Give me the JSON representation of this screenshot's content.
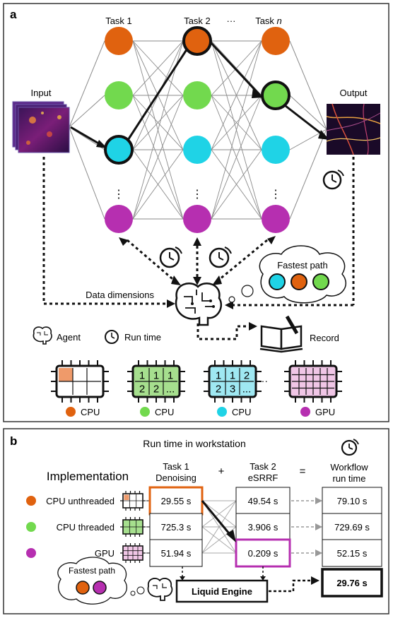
{
  "panel_a": {
    "label": "a",
    "task_headers": [
      "Task 1",
      "Task 2",
      "···",
      "Task "
    ],
    "task_n_italic": "n",
    "input_label": "Input",
    "output_label": "Output",
    "ellipsis": "⋮",
    "data_dimensions": "Data dimensions",
    "fastest_path": "Fastest path",
    "legend_agent": "Agent",
    "legend_runtime": "Run time",
    "record": "Record",
    "hardware": [
      {
        "label": "CPU",
        "color": "#e0620f"
      },
      {
        "label": "CPU",
        "color": "#72d94e"
      },
      {
        "label": "CPU",
        "color": "#1fd3e6"
      },
      {
        "label": "GPU",
        "color": "#b62fb0"
      }
    ],
    "chip_threaded_cells": [
      "1",
      "1",
      "1",
      "2",
      "2",
      "..."
    ],
    "chip_cyan_cells": [
      "1",
      "1",
      "2",
      "2",
      "3",
      "..."
    ],
    "hardware_ellipsis": "···"
  },
  "panel_b": {
    "label": "b",
    "title": "Run time in workstation",
    "implementation": "Implementation",
    "col_task1": [
      "Task 1",
      "Denoising"
    ],
    "col_task2": [
      "Task 2",
      "eSRRF"
    ],
    "col_total": [
      "Workflow",
      "run time"
    ],
    "plus": "+",
    "equals": "=",
    "rows": [
      {
        "label": "CPU unthreaded",
        "color": "#e0620f",
        "task1": "29.55 s",
        "task2": "49.54 s",
        "total": "79.10 s"
      },
      {
        "label": "CPU threaded",
        "color": "#72d94e",
        "task1": "725.3 s",
        "task2": "3.906 s",
        "total": "729.69 s"
      },
      {
        "label": "GPU",
        "color": "#b62fb0",
        "task1": "51.94 s",
        "task2": "0.209 s",
        "total": "52.15 s"
      }
    ],
    "fastest_path": "Fastest path",
    "engine": "Liquid Engine",
    "best_total": "29.76 s"
  },
  "colors": {
    "orange": "#e0620f",
    "green": "#72d94e",
    "cyan": "#1fd3e6",
    "magenta": "#b62fb0",
    "gray_line": "#8a8a8a"
  }
}
